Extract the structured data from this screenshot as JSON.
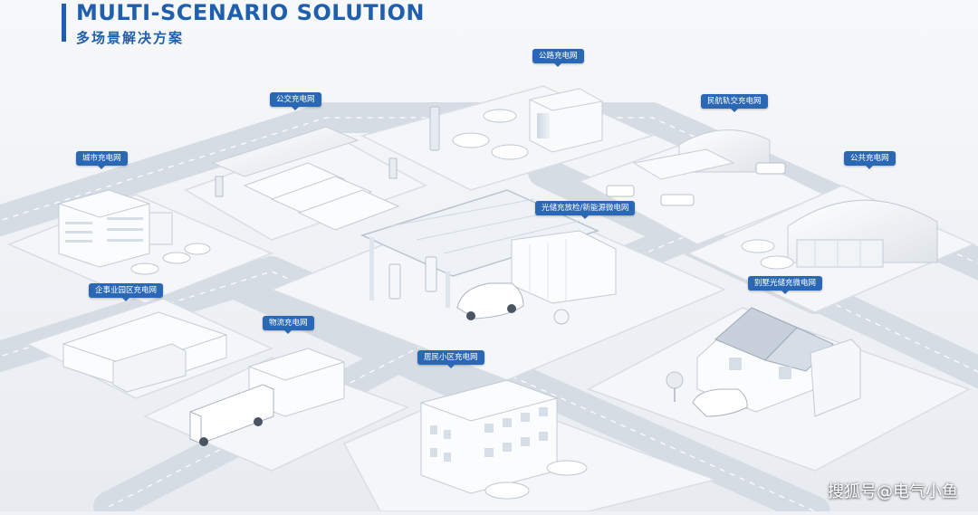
{
  "header": {
    "title": "MULTI-SCENARIO SOLUTION",
    "subtitle": "多场景解决方案",
    "accent_color": "#1f5fae"
  },
  "labels": {
    "highway": "公路充电网",
    "bus": "公交充电网",
    "aviation_rail": "民航轨交充电网",
    "city": "城市充电网",
    "public": "公共充电网",
    "pv_storage": "光储充放检/新能源微电网",
    "enterprise_park": "企事业园区充电网",
    "villa": "别墅光储充微电网",
    "logistics": "物流充电网",
    "residential": "居民小区充电网"
  },
  "watermark": "搜狐号@电气小鱼",
  "colors": {
    "tag_bg": "#2a68b5",
    "ground": "#eef1f5",
    "road": "#d7dde5",
    "building": "#f8f9fb"
  }
}
